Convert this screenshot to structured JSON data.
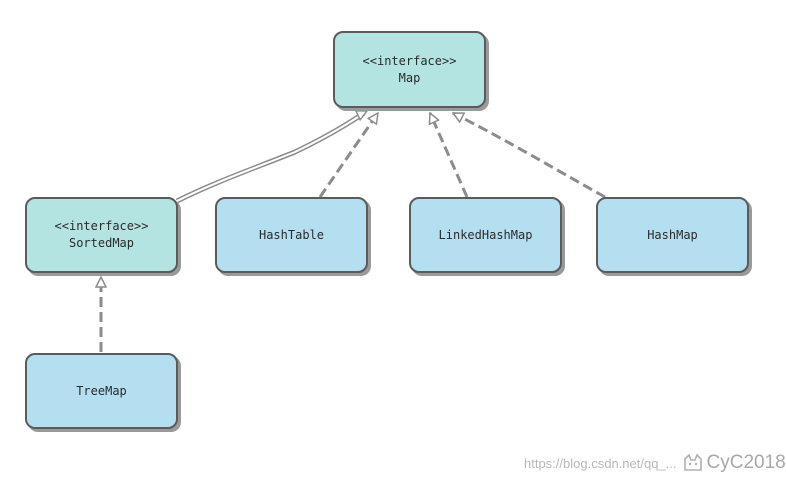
{
  "nodes": {
    "map": {
      "stereotype": "<<interface>>",
      "name": "Map"
    },
    "sortedmap": {
      "stereotype": "<<interface>>",
      "name": "SortedMap"
    },
    "hashtable": {
      "name": "HashTable"
    },
    "linkedhashmap": {
      "name": "LinkedHashMap"
    },
    "hashmap": {
      "name": "HashMap"
    },
    "treemap": {
      "name": "TreeMap"
    }
  },
  "edges": [
    {
      "from": "SortedMap",
      "to": "Map",
      "kind": "generalization"
    },
    {
      "from": "HashTable",
      "to": "Map",
      "kind": "realization"
    },
    {
      "from": "LinkedHashMap",
      "to": "Map",
      "kind": "realization"
    },
    {
      "from": "HashMap",
      "to": "Map",
      "kind": "realization"
    },
    {
      "from": "TreeMap",
      "to": "SortedMap",
      "kind": "realization"
    }
  ],
  "colors": {
    "interface_fill": "#b3e4e2",
    "class_fill": "#b4dff0",
    "border": "#5b5b5b",
    "connector": "#8c8c8c"
  },
  "watermark": {
    "url": "https://blog.csdn.net/qq_...",
    "author": "CyC2018",
    "icon": "cat-icon"
  }
}
